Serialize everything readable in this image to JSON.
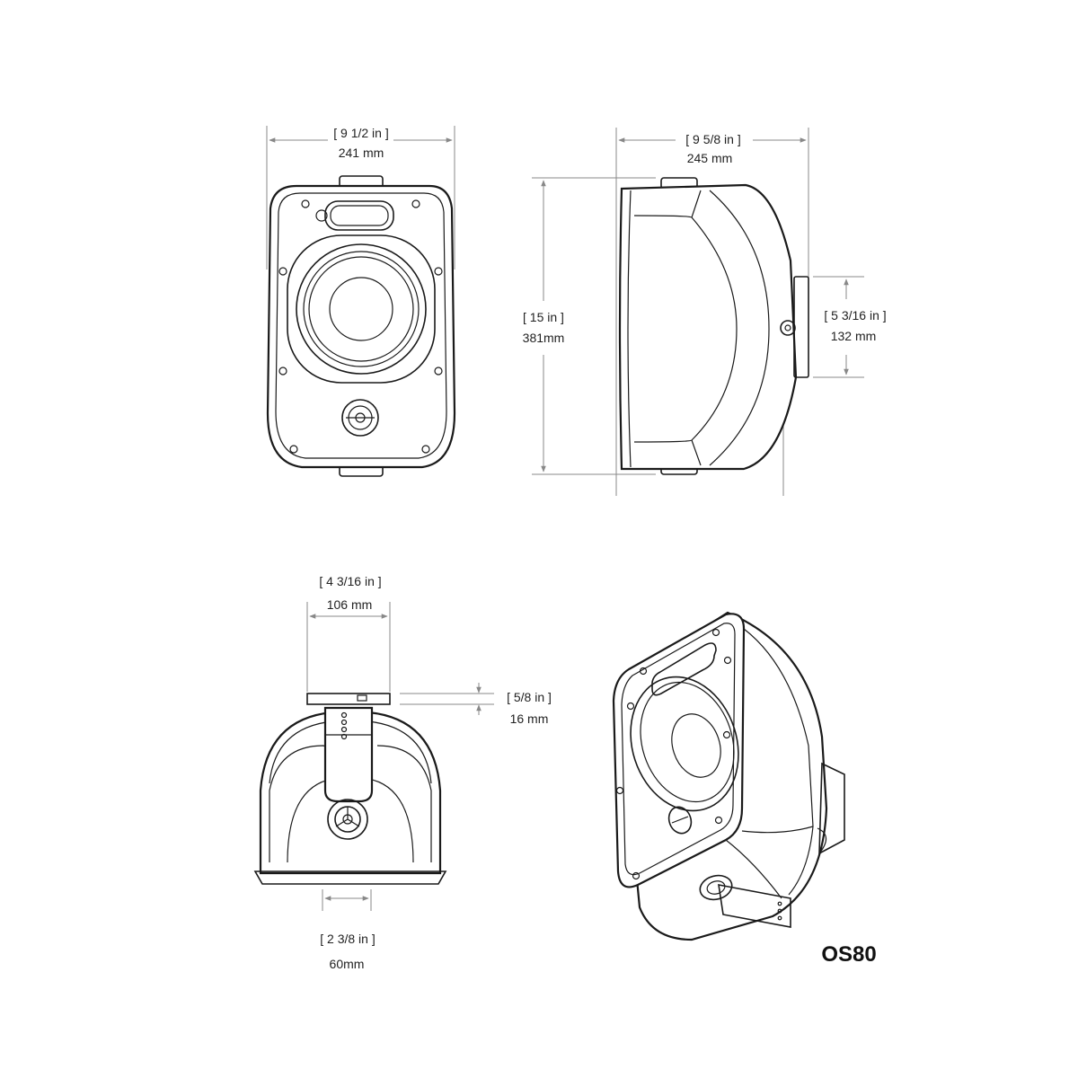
{
  "views": {
    "front": {
      "width_in": "[ 9 1/2 in ]",
      "width_mm": "241 mm"
    },
    "side": {
      "depth_in": "[ 9 5/8 in ]",
      "depth_mm": "245 mm",
      "height_in": "[ 15 in ]",
      "height_mm": "381mm",
      "bracket_in": "[ 5 3/16 in ]",
      "bracket_mm": "132 mm"
    },
    "top": {
      "bracket_width_in": "[ 4 3/16 in ]",
      "bracket_width_mm": "106 mm",
      "plate_in": "[ 5/8 in ]",
      "plate_mm": "16 mm",
      "mount_in": "[ 2 3/8 in ]",
      "mount_mm": "60mm"
    }
  },
  "model": "OS80",
  "colors": {
    "line": "#1a1a1a",
    "dimension": "#888888"
  }
}
